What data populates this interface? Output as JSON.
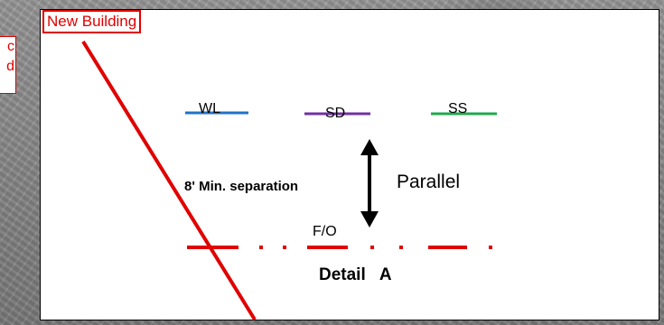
{
  "labels": {
    "building": "New Building",
    "left_label_lines": [
      "c",
      "d"
    ],
    "water_line": "WL",
    "storm_drain": "SD",
    "sanitary_sewer": "SS",
    "separation": "8' Min. separation",
    "orientation": "Parallel",
    "fiber_optic": "F/O",
    "detail": "Detail   A"
  },
  "colors": {
    "water_line": "#1f72c5",
    "storm_drain": "#7030a0",
    "sanitary_sewer": "#1fa84f",
    "fiber_optic": "#e00000",
    "building_line": "#e00000",
    "arrow": "#000000"
  },
  "icons": {
    "separation_arrow": "double-headed-vertical-arrow"
  }
}
